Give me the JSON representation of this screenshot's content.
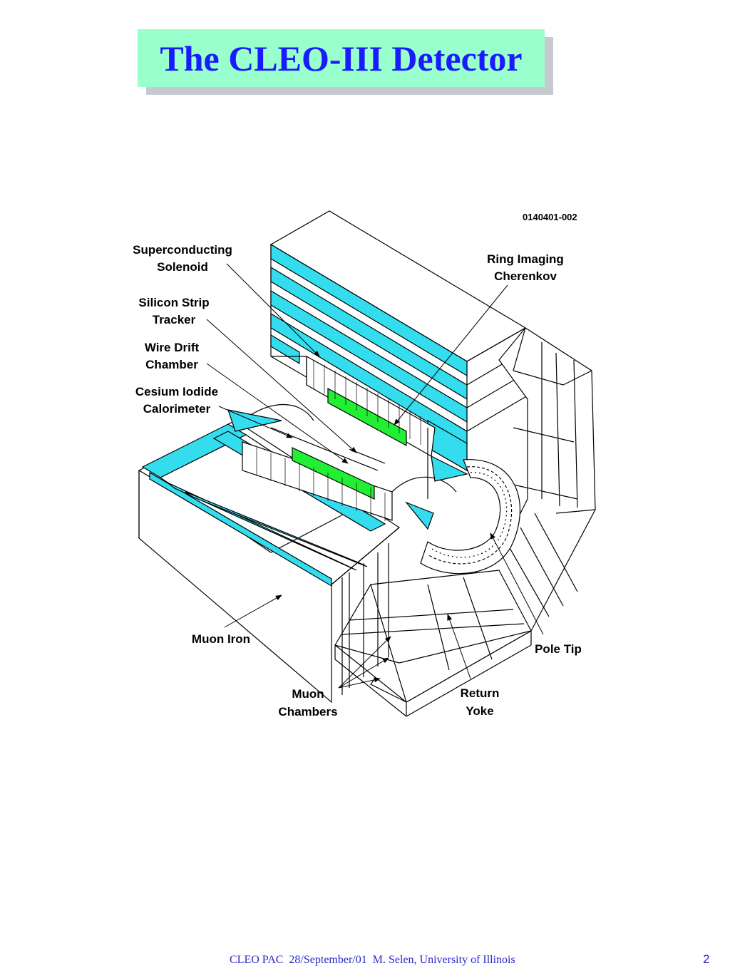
{
  "slide": {
    "title": "The CLEO-III Detector",
    "footer": "CLEO PAC  28/September/01  M. Selen, University of Illinois",
    "page_number": "2"
  },
  "diagram": {
    "figure_id": "0140401-002",
    "labels": {
      "superconducting_solenoid": [
        "Superconducting",
        "Solenoid"
      ],
      "silicon_strip_tracker": [
        "Silicon  Strip",
        "Tracker"
      ],
      "wire_drift_chamber": [
        "Wire  Drift",
        "Chamber"
      ],
      "cesium_iodide_calorimeter": [
        "Cesium  Iodide",
        "Calorimeter"
      ],
      "ring_imaging_cherenkov": [
        "Ring  Imaging",
        "Cherenkov"
      ],
      "muon_iron": [
        "Muon  Iron"
      ],
      "muon_chambers": [
        "Muon",
        "Chambers"
      ],
      "return_yoke": [
        "Return",
        "Yoke"
      ],
      "pole_tip": [
        "Pole  Tip"
      ]
    }
  },
  "colors": {
    "title_bg": "#99ffcc",
    "title_text": "#1a1aff",
    "cyan": "#33ddee",
    "green": "#22ee33",
    "footer_text": "#2a2acc"
  }
}
